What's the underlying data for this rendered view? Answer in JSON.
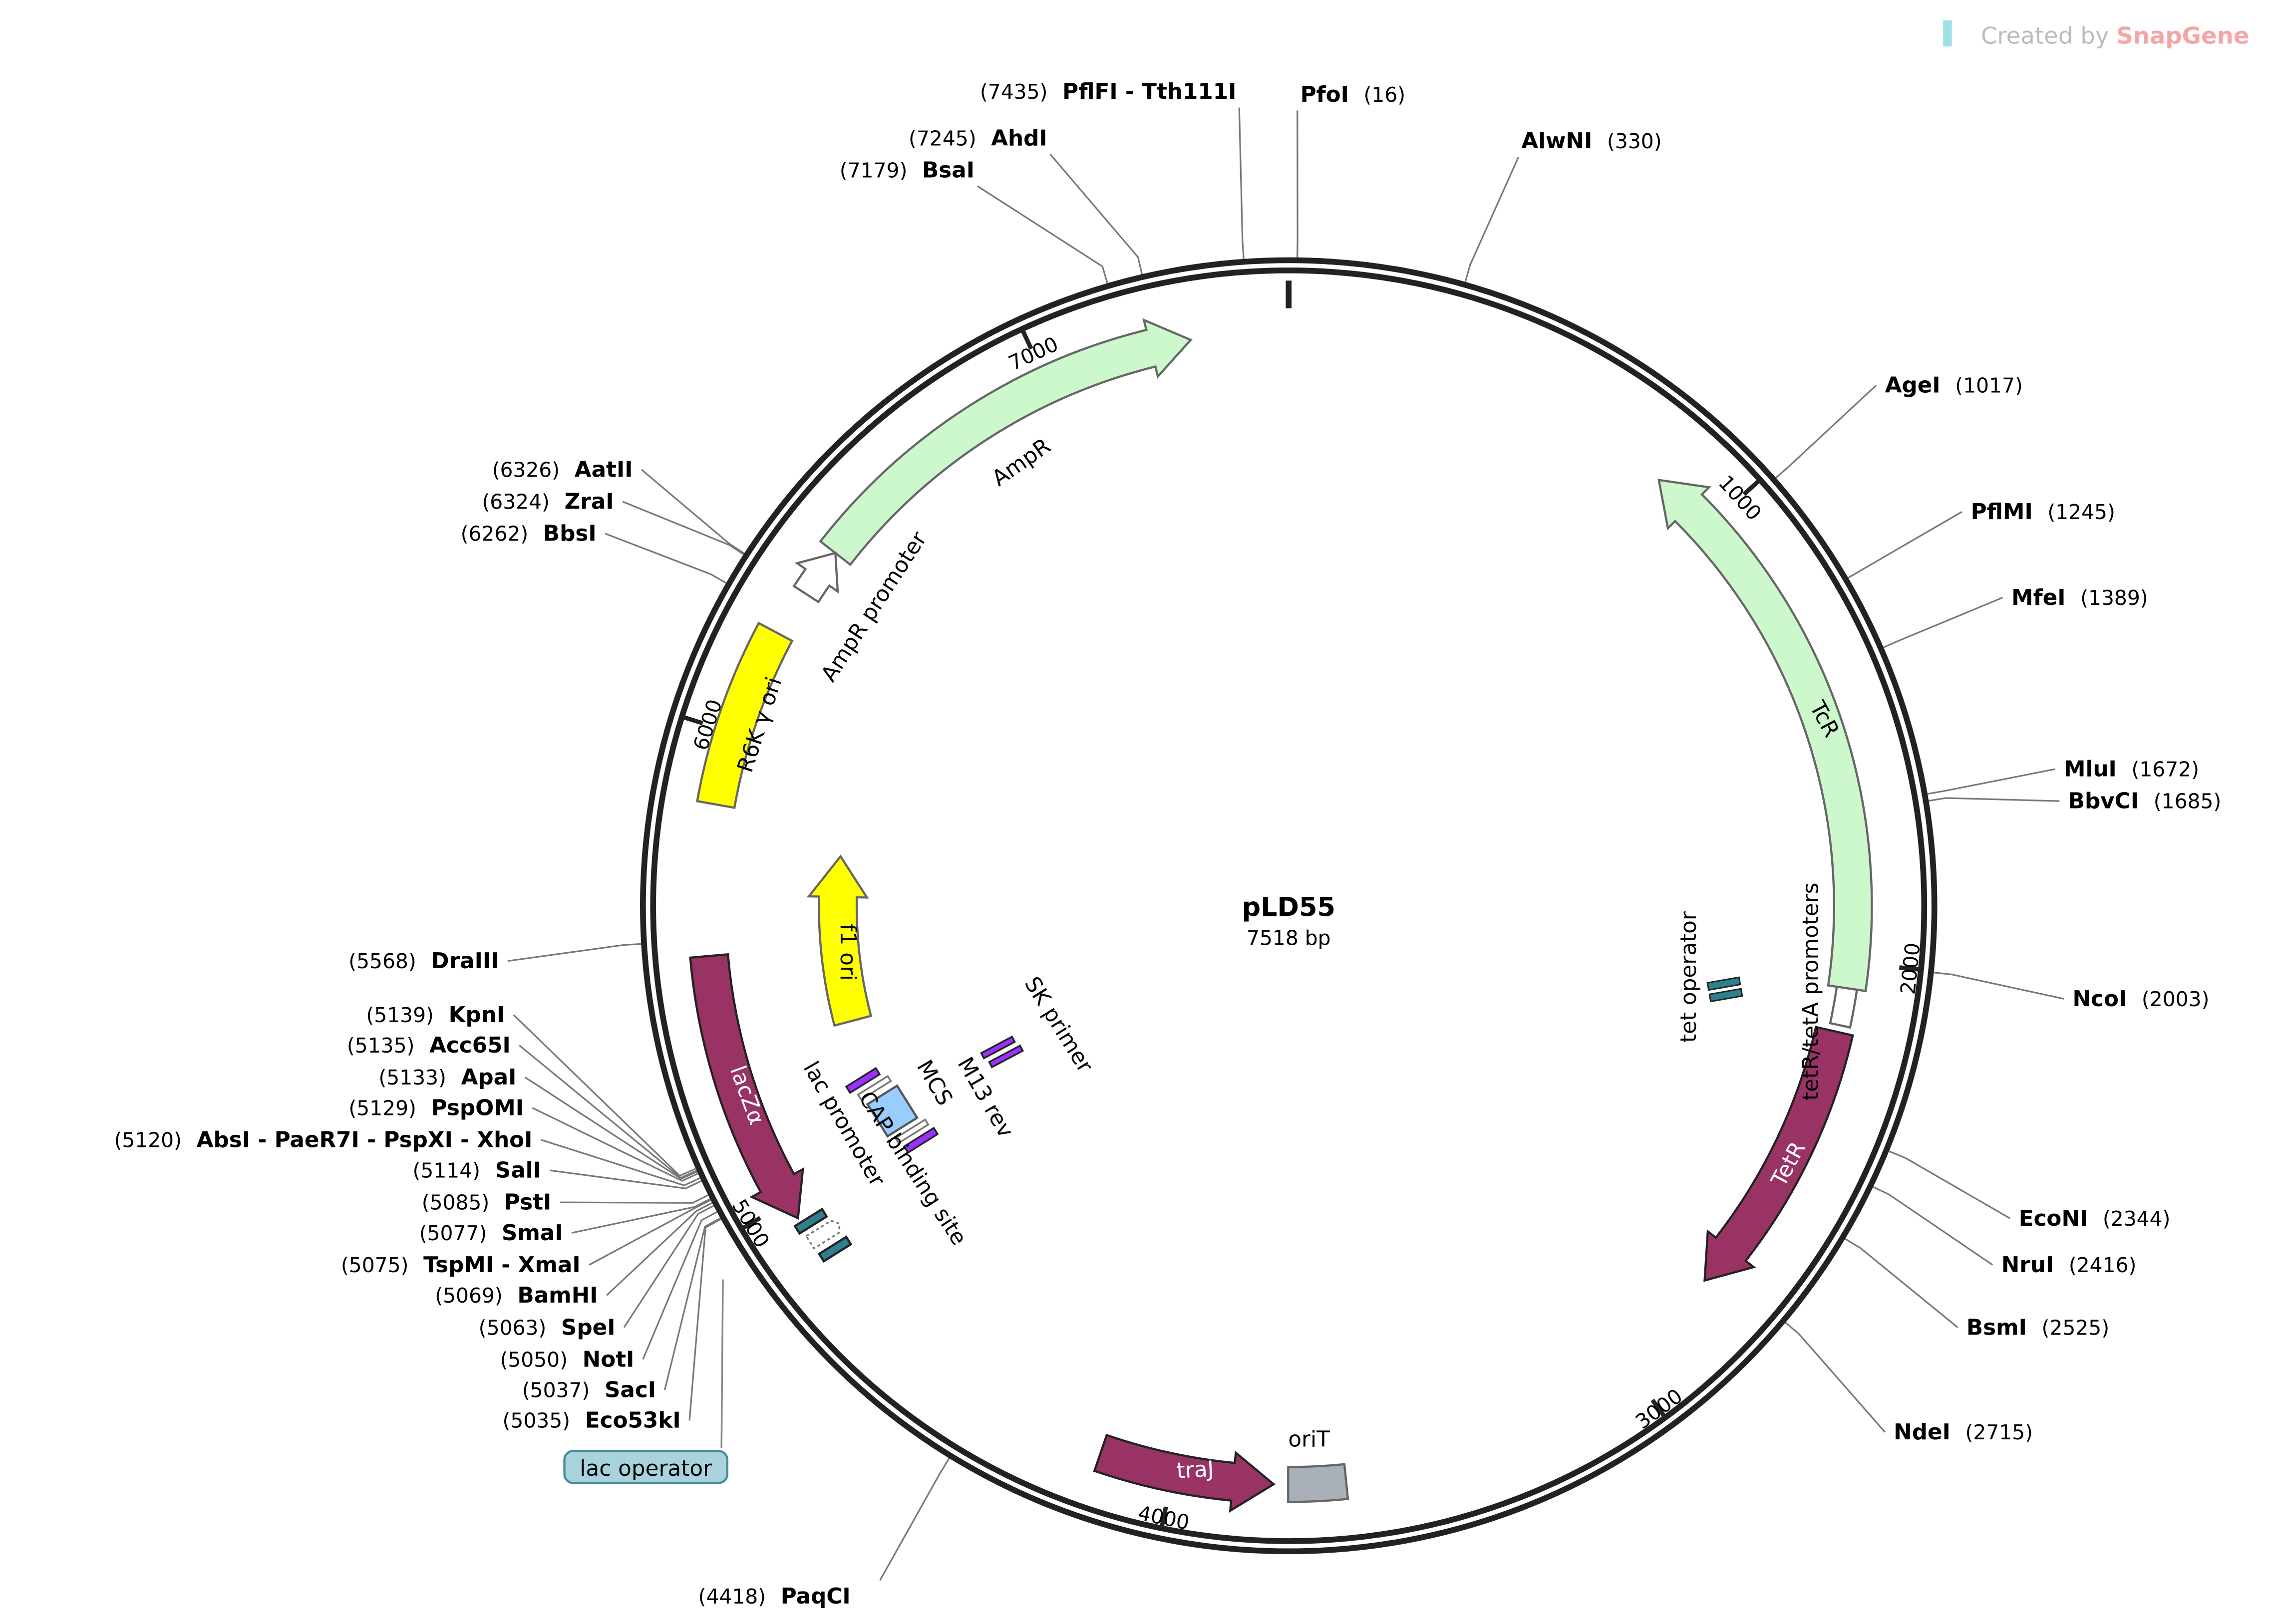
{
  "watermark": {
    "prefix": "Created by ",
    "brand": "SnapGene",
    "brand_color": "#f4a6a6"
  },
  "plasmid": {
    "name": "pLD55",
    "length_label": "7518 bp",
    "length": 7518
  },
  "ticks": [
    "1000",
    "2000",
    "3000",
    "4000",
    "5000",
    "6000",
    "7000"
  ],
  "enzymes": [
    {
      "name": "PflFI - Tth111I",
      "pos": "(7435)",
      "bp": 7435
    },
    {
      "name": "PfoI",
      "pos": "(16)",
      "bp": 16
    },
    {
      "name": "AlwNI",
      "pos": "(330)",
      "bp": 330
    },
    {
      "name": "AhdI",
      "pos": "(7245)",
      "bp": 7245
    },
    {
      "name": "BsaI",
      "pos": "(7179)",
      "bp": 7179
    },
    {
      "name": "AgeI",
      "pos": "(1017)",
      "bp": 1017
    },
    {
      "name": "PflMI",
      "pos": "(1245)",
      "bp": 1245
    },
    {
      "name": "MfeI",
      "pos": "(1389)",
      "bp": 1389
    },
    {
      "name": "MluI",
      "pos": "(1672)",
      "bp": 1672
    },
    {
      "name": "BbvCI",
      "pos": "(1685)",
      "bp": 1685
    },
    {
      "name": "NcoI",
      "pos": "(2003)",
      "bp": 2003
    },
    {
      "name": "EcoNI",
      "pos": "(2344)",
      "bp": 2344
    },
    {
      "name": "NruI",
      "pos": "(2416)",
      "bp": 2416
    },
    {
      "name": "BsmI",
      "pos": "(2525)",
      "bp": 2525
    },
    {
      "name": "NdeI",
      "pos": "(2715)",
      "bp": 2715
    },
    {
      "name": "PaqCI",
      "pos": "(4418)",
      "bp": 4418
    },
    {
      "name": "AatII",
      "pos": "(6326)",
      "bp": 6326
    },
    {
      "name": "ZraI",
      "pos": "(6324)",
      "bp": 6324
    },
    {
      "name": "BbsI",
      "pos": "(6262)",
      "bp": 6262
    },
    {
      "name": "DraIII",
      "pos": "(5568)",
      "bp": 5568
    },
    {
      "name": "KpnI",
      "pos": "(5139)",
      "bp": 5139
    },
    {
      "name": "Acc65I",
      "pos": "(5135)",
      "bp": 5135
    },
    {
      "name": "ApaI",
      "pos": "(5133)",
      "bp": 5133
    },
    {
      "name": "PspOMI",
      "pos": "(5129)",
      "bp": 5129
    },
    {
      "name": "AbsI - PaeR7I - PspXI - XhoI",
      "pos": "(5120)",
      "bp": 5120
    },
    {
      "name": "SalI",
      "pos": "(5114)",
      "bp": 5114
    },
    {
      "name": "PstI",
      "pos": "(5085)",
      "bp": 5085
    },
    {
      "name": "SmaI",
      "pos": "(5077)",
      "bp": 5077
    },
    {
      "name": "TspMI - XmaI",
      "pos": "(5075)",
      "bp": 5075
    },
    {
      "name": "BamHI",
      "pos": "(5069)",
      "bp": 5069
    },
    {
      "name": "SpeI",
      "pos": "(5063)",
      "bp": 5063
    },
    {
      "name": "NotI",
      "pos": "(5050)",
      "bp": 5050
    },
    {
      "name": "SacI",
      "pos": "(5037)",
      "bp": 5037
    },
    {
      "name": "Eco53kI",
      "pos": "(5035)",
      "bp": 5035
    }
  ],
  "features": [
    {
      "name": "AmpR",
      "start": 6430,
      "end": 7313,
      "dir": 1,
      "color": "#ccf8cc"
    },
    {
      "name": "AmpR promoter",
      "start": 6325,
      "end": 6430,
      "dir": 1,
      "color": "#ffffff"
    },
    {
      "name": "R6K γ ori",
      "start": 5848,
      "end": 6225,
      "dir": 0,
      "color": "#ffff00"
    },
    {
      "name": "f1 ori",
      "start": 5330,
      "end": 5770,
      "dir": 1,
      "color": "#ffff00"
    },
    {
      "name": "lacZα",
      "start": 4960,
      "end": 5535,
      "dir": -1,
      "color": "#993366"
    },
    {
      "name": "TcR",
      "start": 856,
      "end": 2055,
      "dir": -1,
      "color": "#ccf8cc"
    },
    {
      "name": "tetR/tetA promoters",
      "start": 2055,
      "end": 2135,
      "dir": 0,
      "color": "#ffffff"
    },
    {
      "name": "TetR",
      "start": 2150,
      "end": 2757,
      "dir": 1,
      "color": "#993366"
    },
    {
      "name": "traJ",
      "start": 3790,
      "end": 4155,
      "dir": -1,
      "color": "#993366"
    },
    {
      "name": "oriT",
      "start": 3640,
      "end": 3760,
      "dir": 0,
      "color": "#a9b0b8"
    }
  ],
  "misc_labels": {
    "tet_operator": "tet operator",
    "lac_promoter": "lac promoter",
    "cap_site": "CAP binding site",
    "mcs": "MCS",
    "m13_rev": "M13 rev",
    "sk_primer": "SK primer",
    "lac_operator": "lac operator"
  },
  "colors": {
    "teal": "#2e7f8f",
    "mcs": "#99ccff",
    "primer": "#9b30ff",
    "lac_operator_bg": "#a8d2dc"
  }
}
